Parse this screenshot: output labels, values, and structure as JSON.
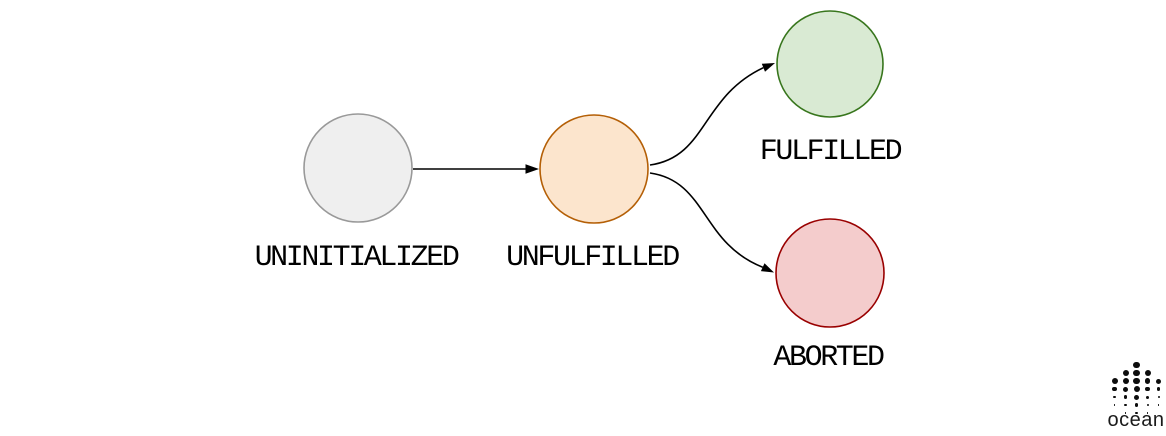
{
  "diagram": {
    "background": "#ffffff",
    "arrow_color": "#000000",
    "label_color": "#000000",
    "states": {
      "uninitialized": {
        "label": "UNINITIALIZED",
        "fill": "#efefef",
        "stroke": "#999999"
      },
      "unfulfilled": {
        "label": "UNFULFILLED",
        "fill": "#fce5cd",
        "stroke": "#b45f06"
      },
      "fulfilled": {
        "label": "FULFILLED",
        "fill": "#d9ead3",
        "stroke": "#38761d"
      },
      "aborted": {
        "label": "ABORTED",
        "fill": "#f4cccc",
        "stroke": "#990000"
      }
    },
    "transitions": [
      {
        "from": "UNINITIALIZED",
        "to": "UNFULFILLED"
      },
      {
        "from": "UNFULFILLED",
        "to": "FULFILLED"
      },
      {
        "from": "UNFULFILLED",
        "to": "ABORTED"
      }
    ]
  },
  "logo": {
    "text": "ocean",
    "dot_color": "#0d0d0d",
    "dot_grid": {
      "col_spacing": 11,
      "row_spacing": 8,
      "rows": [
        [
          0,
          0,
          6.5,
          0,
          0
        ],
        [
          0,
          6,
          6.5,
          6,
          0
        ],
        [
          6,
          6,
          6.5,
          5.5,
          5
        ],
        [
          4.5,
          5,
          6,
          4.5,
          3.5
        ],
        [
          2.5,
          3.5,
          5,
          3,
          2
        ],
        [
          1.5,
          2.5,
          3.5,
          2,
          1.5
        ],
        [
          0,
          1.5,
          2.5,
          1.5,
          0
        ]
      ]
    }
  }
}
